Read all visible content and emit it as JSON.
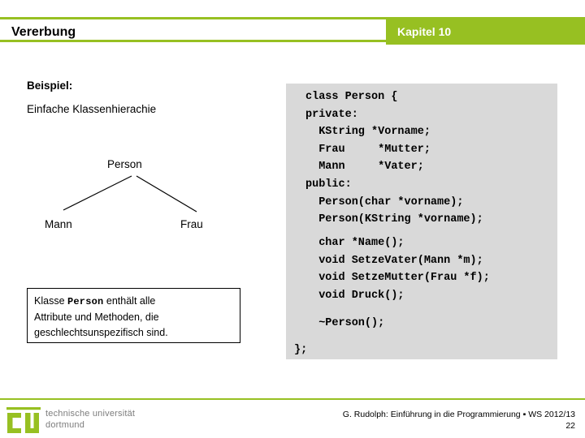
{
  "header": {
    "title": "Vererbung",
    "chapter": "Kapitel 10",
    "accent_color": "#97C022"
  },
  "left": {
    "example_label": "Beispiel:",
    "example_subtitle": "Einfache Klassenhierachie",
    "tree": {
      "root": "Person",
      "child_left": "Mann",
      "child_right": "Frau"
    },
    "note": {
      "line1_prefix": "Klasse ",
      "line1_mono": "Person",
      "line1_suffix": " enthält alle",
      "line2": "Attribute und Methoden, die",
      "line3": "geschlechtsunspezifisch sind."
    }
  },
  "code": {
    "background_color": "#D9D9D9",
    "declaration": "class Person {\nprivate:\n  KString *Vorname;\n  Frau     *Mutter;\n  Mann     *Vater;\npublic:\n  Person(char *vorname);\n  Person(KString *vorname);",
    "methods": "  char *Name();\n  void SetzeVater(Mann *m);\n  void SetzeMutter(Frau *f);\n  void Druck();",
    "destructor": "  ~Person();",
    "close": "};"
  },
  "footer": {
    "logo_mark": "tu",
    "logo_line1": "technische universität",
    "logo_line2": "dortmund",
    "attribution": "G. Rudolph: Einführung in die Programmierung ▪ WS 2012/13",
    "page_number": "22"
  }
}
